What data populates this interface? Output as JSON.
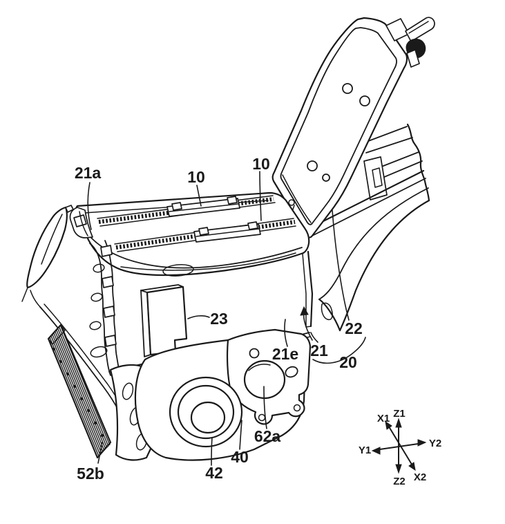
{
  "figure": {
    "type": "patent-line-drawing",
    "description": "Air cleaner box with opened lid, filter elements, radiator, intake duct and frame rail",
    "background_color": "#ffffff",
    "line_color": "#1a1a1a",
    "reference_labels": [
      {
        "text": "21a",
        "target": "lid-latch-corner"
      },
      {
        "text": "10",
        "target": "filter-element-rear"
      },
      {
        "text": "10",
        "target": "filter-element-front"
      },
      {
        "text": "23",
        "target": "label-plate"
      },
      {
        "text": "21e",
        "target": "bracket-plate"
      },
      {
        "text": "21",
        "target": "case-corner"
      },
      {
        "text": "22",
        "target": "frame-rail"
      },
      {
        "text": "20",
        "target": "group-brace"
      },
      {
        "text": "62a",
        "target": "duct-opening"
      },
      {
        "text": "40",
        "target": "duct-lip"
      },
      {
        "text": "42",
        "target": "intake-ring"
      },
      {
        "text": "52b",
        "target": "radiator"
      }
    ],
    "axis_indicator": {
      "labels": [
        {
          "text": "X1"
        },
        {
          "text": "Z1"
        },
        {
          "text": "Y1"
        },
        {
          "text": "Y2"
        },
        {
          "text": "Z2"
        },
        {
          "text": "X2"
        }
      ]
    }
  }
}
